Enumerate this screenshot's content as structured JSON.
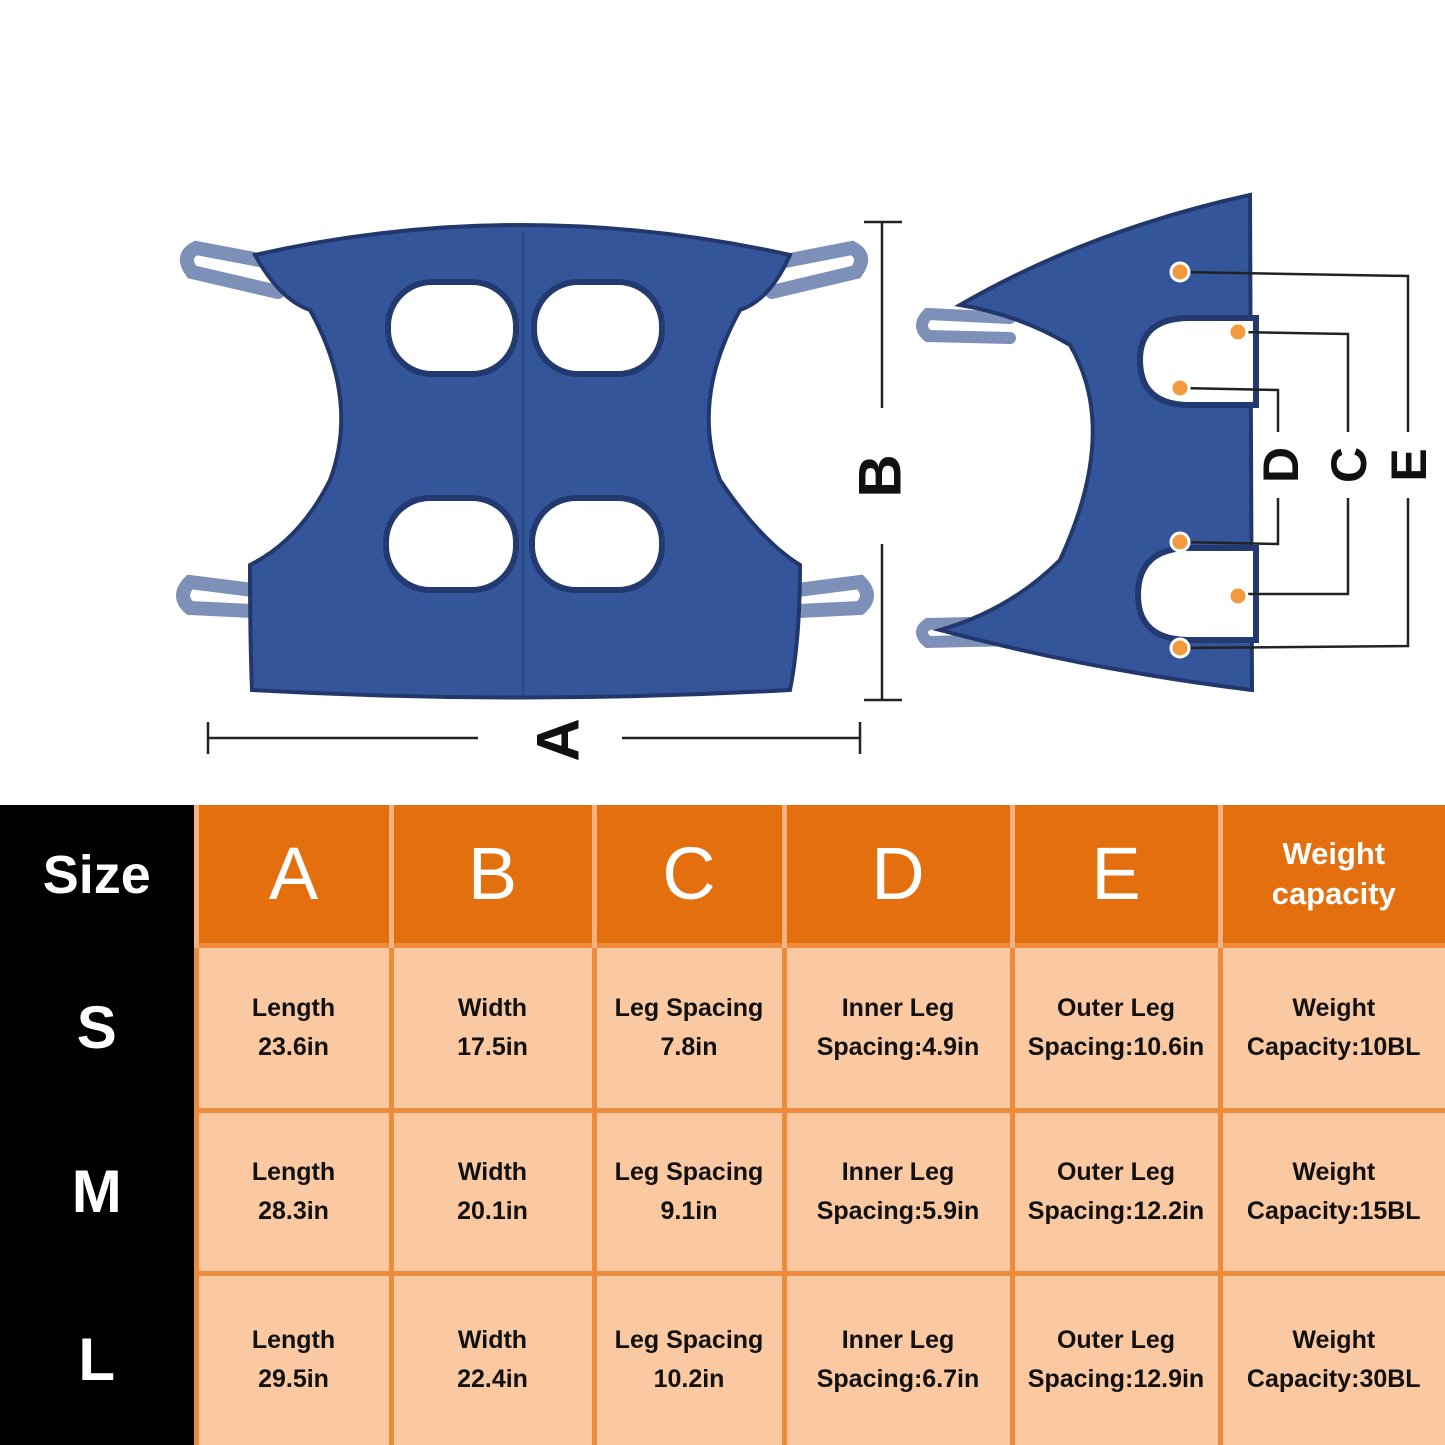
{
  "diagram": {
    "labels": {
      "a": "A",
      "b": "B",
      "c": "C",
      "d": "D",
      "e": "E"
    }
  },
  "colors": {
    "header_orange": "#e46f0e",
    "cell_peach": "#fbc9a1",
    "grid_orange": "#ed8b3c",
    "size_column_black": "#000000",
    "harness_blue": "#34559a",
    "marker_orange": "#f29a3d"
  },
  "table": {
    "size_header": "Size",
    "headers": [
      "A",
      "B",
      "C",
      "D",
      "E"
    ],
    "weight_header": [
      "Weight",
      "capacity"
    ],
    "rows": [
      {
        "size": "S",
        "cells": [
          [
            "Length",
            "23.6in"
          ],
          [
            "Width",
            "17.5in"
          ],
          [
            "Leg Spacing",
            "7.8in"
          ],
          [
            "Inner Leg",
            "Spacing:4.9in"
          ],
          [
            "Outer Leg",
            "Spacing:10.6in"
          ],
          [
            "Weight",
            "Capacity:10BL"
          ]
        ]
      },
      {
        "size": "M",
        "cells": [
          [
            "Length",
            "28.3in"
          ],
          [
            "Width",
            "20.1in"
          ],
          [
            "Leg Spacing",
            "9.1in"
          ],
          [
            "Inner Leg",
            "Spacing:5.9in"
          ],
          [
            "Outer Leg",
            "Spacing:12.2in"
          ],
          [
            "Weight",
            "Capacity:15BL"
          ]
        ]
      },
      {
        "size": "L",
        "cells": [
          [
            "Length",
            "29.5in"
          ],
          [
            "Width",
            "22.4in"
          ],
          [
            "Leg Spacing",
            "10.2in"
          ],
          [
            "Inner Leg",
            "Spacing:6.7in"
          ],
          [
            "Outer Leg",
            "Spacing:12.9in"
          ],
          [
            "Weight",
            "Capacity:30BL"
          ]
        ]
      }
    ]
  }
}
